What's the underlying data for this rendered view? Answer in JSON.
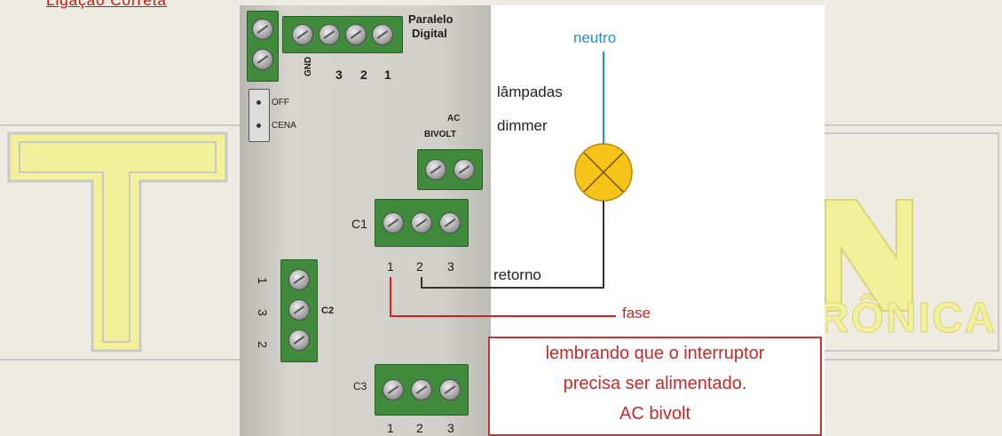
{
  "header": {
    "link_text": "Ligação Correta"
  },
  "watermark": {
    "letters": "T R N",
    "suffix": "RÔNICA",
    "colors": {
      "fill": "#f3f09a",
      "line": "#c8c8c8"
    }
  },
  "board": {
    "top_label_line1": "Paralelo",
    "top_label_line2": "Digital",
    "pin_labels_top": [
      "GND",
      "3",
      "2",
      "1"
    ],
    "switch_labels": [
      "OFF",
      "CENA"
    ],
    "ac_label_line1": "AC",
    "ac_label_line2": "BIVOLT",
    "c1_label": "C1",
    "c1_pins": [
      "1",
      "2",
      "3"
    ],
    "c2_label": "C2",
    "c2_pins": [
      "1",
      "3",
      "2"
    ],
    "c3_label": "C3",
    "c3_pins": [
      "1",
      "2",
      "3"
    ]
  },
  "diagram": {
    "neutral_label": "neutro",
    "lamp_label_line1": "lâmpadas",
    "lamp_label_line2": "dimmer",
    "return_label": "retorno",
    "phase_label": "fase",
    "colors": {
      "neutral": "#1e8fd6",
      "phase": "#d42020",
      "return": "#333333",
      "lamp": "#f7c21a"
    }
  },
  "note": {
    "line1": "lembrando que o interruptor",
    "line2": "precisa ser alimentado.",
    "line3": "AC bivolt"
  }
}
